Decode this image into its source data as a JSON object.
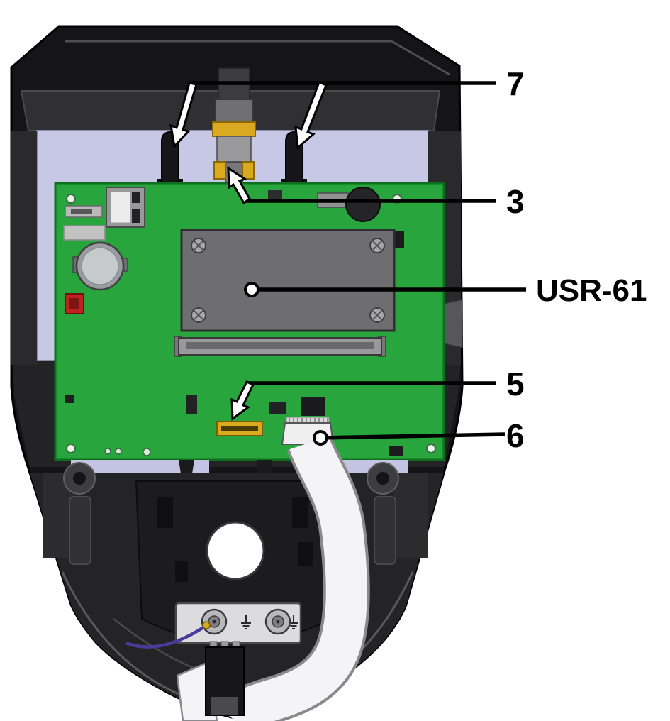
{
  "figure": {
    "kind": "hardware-exploded-view",
    "visible_text": [
      "7",
      "3",
      "USR-61",
      "5",
      "6"
    ]
  },
  "callouts": {
    "c7": {
      "label": "7"
    },
    "c3": {
      "label": "3"
    },
    "usr61": {
      "label": "USR-61"
    },
    "c5": {
      "label": "5"
    },
    "c6": {
      "label": "6"
    }
  },
  "colors": {
    "housing": "#151517",
    "mech": "#242427",
    "backplate": "#c7c7e6",
    "pcb": "#28a53c",
    "module": "#6e6e70",
    "gold": "#d9a91f",
    "cable": "#f4f4f6",
    "wire": "#4b3a9b",
    "red_part": "#c0231f",
    "callout": "#000000"
  }
}
